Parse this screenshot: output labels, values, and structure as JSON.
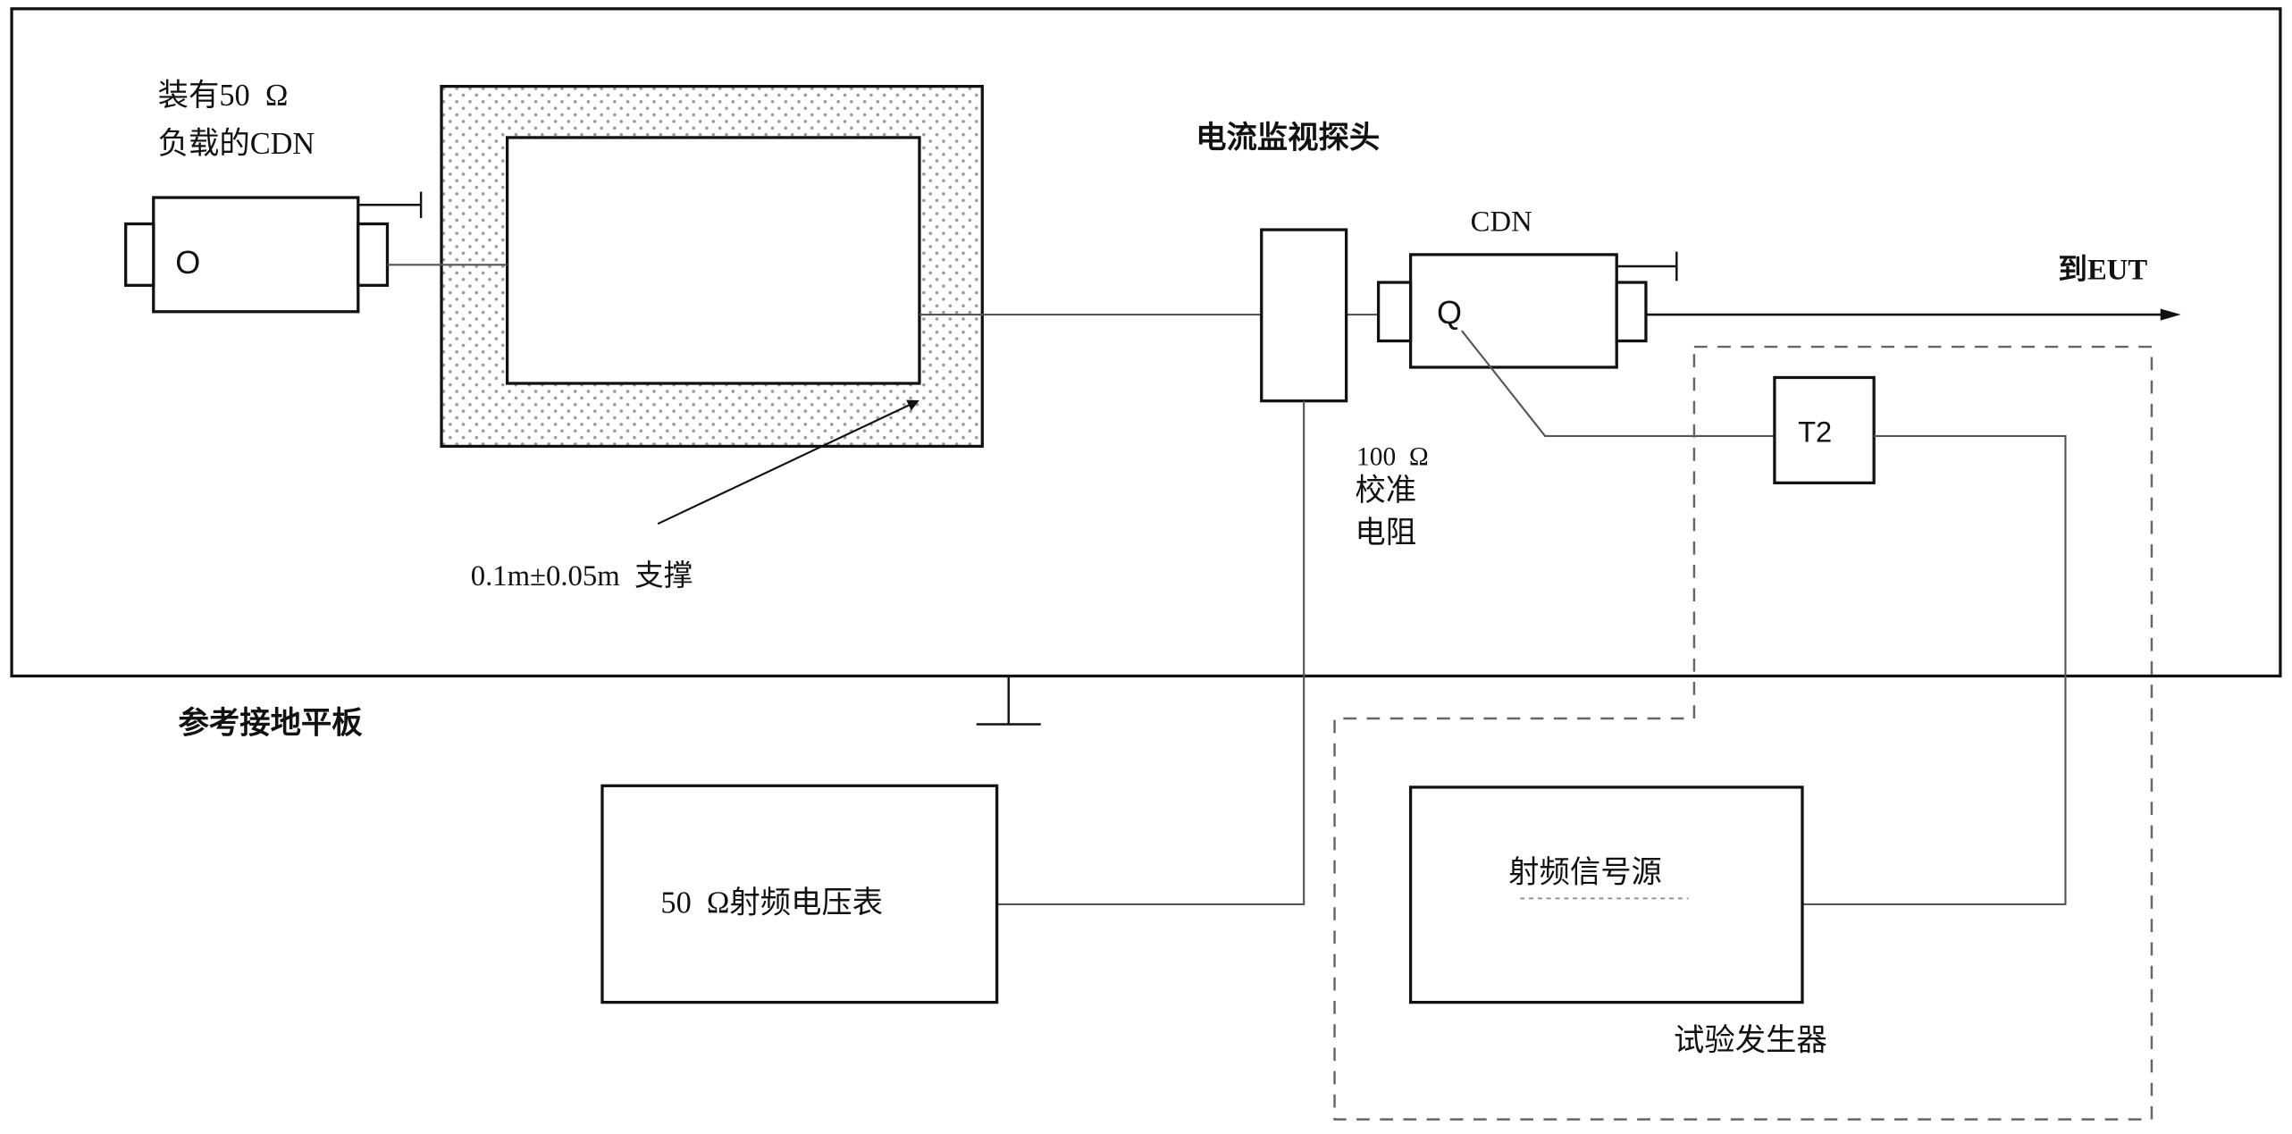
{
  "labels": {
    "cdn_with_load_line1": "装有50  Ω",
    "cdn_with_load_line2": "负载的CDN",
    "left_cdn_port": "O",
    "current_probe": "电流监视探头",
    "cdn": "CDN",
    "right_cdn_port": "Q",
    "to_eut": "到EUT",
    "t2": "T2",
    "resistor_value": "100  Ω",
    "resistor_line1": "校准",
    "resistor_line2": "电阻",
    "support": "0.1m±0.05m  支撑",
    "ground_plane": "参考接地平板",
    "voltmeter": "50  Ω射频电压表",
    "rf_source": "射频信号源",
    "test_generator": "试验发生器"
  },
  "colors": {
    "line": "#111111",
    "wire": "#555555",
    "dash": "#666666",
    "dots": "#9a9a9a"
  }
}
